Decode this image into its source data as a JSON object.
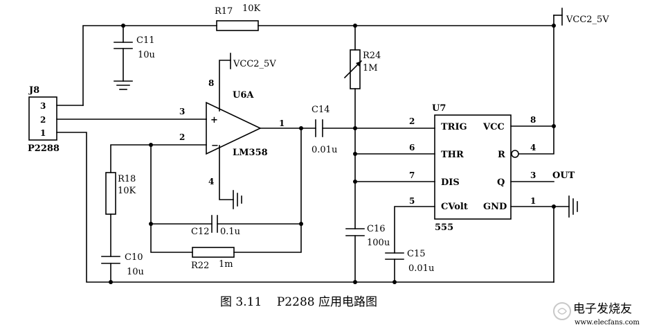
{
  "supply_labels": {
    "top_right": "VCC2_5V",
    "opamp": "VCC2_5V"
  },
  "connector": {
    "ref": "J8",
    "part": "P2288",
    "pins": [
      "3",
      "2",
      "1"
    ]
  },
  "opamp": {
    "ref": "U6A",
    "part": "LM358",
    "pin_vcc": "8",
    "pin_gnd": "4",
    "pin_in_plus": "3",
    "pin_in_minus": "2",
    "pin_out": "1",
    "plus_sign": "+",
    "minus_sign": "−"
  },
  "timer": {
    "ref": "U7",
    "part": "555",
    "pins_left": [
      {
        "name": "TRIG",
        "num": "2"
      },
      {
        "name": "THR",
        "num": "6"
      },
      {
        "name": "DIS",
        "num": "7"
      },
      {
        "name": "CVolt",
        "num": "5"
      }
    ],
    "pins_right": [
      {
        "name": "VCC",
        "num": "8"
      },
      {
        "name": "R",
        "num": "4"
      },
      {
        "name": "Q",
        "num": "3"
      },
      {
        "name": "GND",
        "num": "1"
      }
    ],
    "output_label": "OUT"
  },
  "resistors": {
    "r17": {
      "ref": "R17",
      "value": "10K"
    },
    "r18": {
      "ref": "R18",
      "value": "10K"
    },
    "r22": {
      "ref": "R22",
      "value": "1m"
    },
    "r24": {
      "ref": "R24",
      "value": "1M"
    }
  },
  "capacitors": {
    "c10": {
      "ref": "C10",
      "value": "10u"
    },
    "c11": {
      "ref": "C11",
      "value": "10u"
    },
    "c12": {
      "ref": "C12",
      "value": "0.1u"
    },
    "c14": {
      "ref": "C14",
      "value": "0.01u"
    },
    "c15": {
      "ref": "C15",
      "value": "0.01u"
    },
    "c16": {
      "ref": "C16",
      "value": "100u"
    }
  },
  "caption": "图 3.11    P2288 应用电路图",
  "watermark": {
    "brand": "电子发烧友",
    "url": "www.elecfans.com"
  }
}
